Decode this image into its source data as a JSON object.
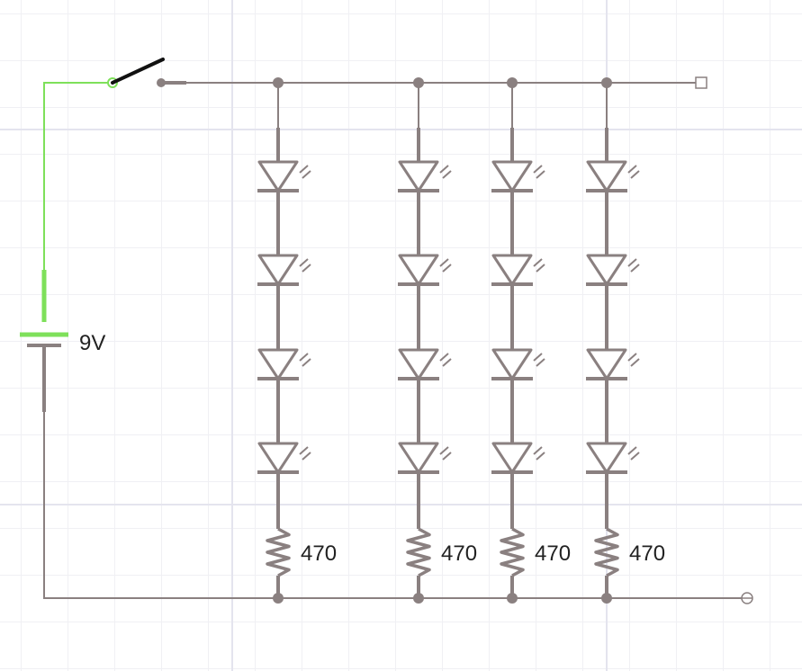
{
  "battery": {
    "label": "9V"
  },
  "colors": {
    "wire": "#8a8080",
    "live_wire": "#7ee05a",
    "switch_arm": "#111111"
  },
  "columns": [
    {
      "resistor_label": "470",
      "led_count": 4
    },
    {
      "resistor_label": "470",
      "led_count": 4
    },
    {
      "resistor_label": "470",
      "led_count": 4
    },
    {
      "resistor_label": "470",
      "led_count": 4
    }
  ],
  "switch": {
    "state": "open"
  }
}
